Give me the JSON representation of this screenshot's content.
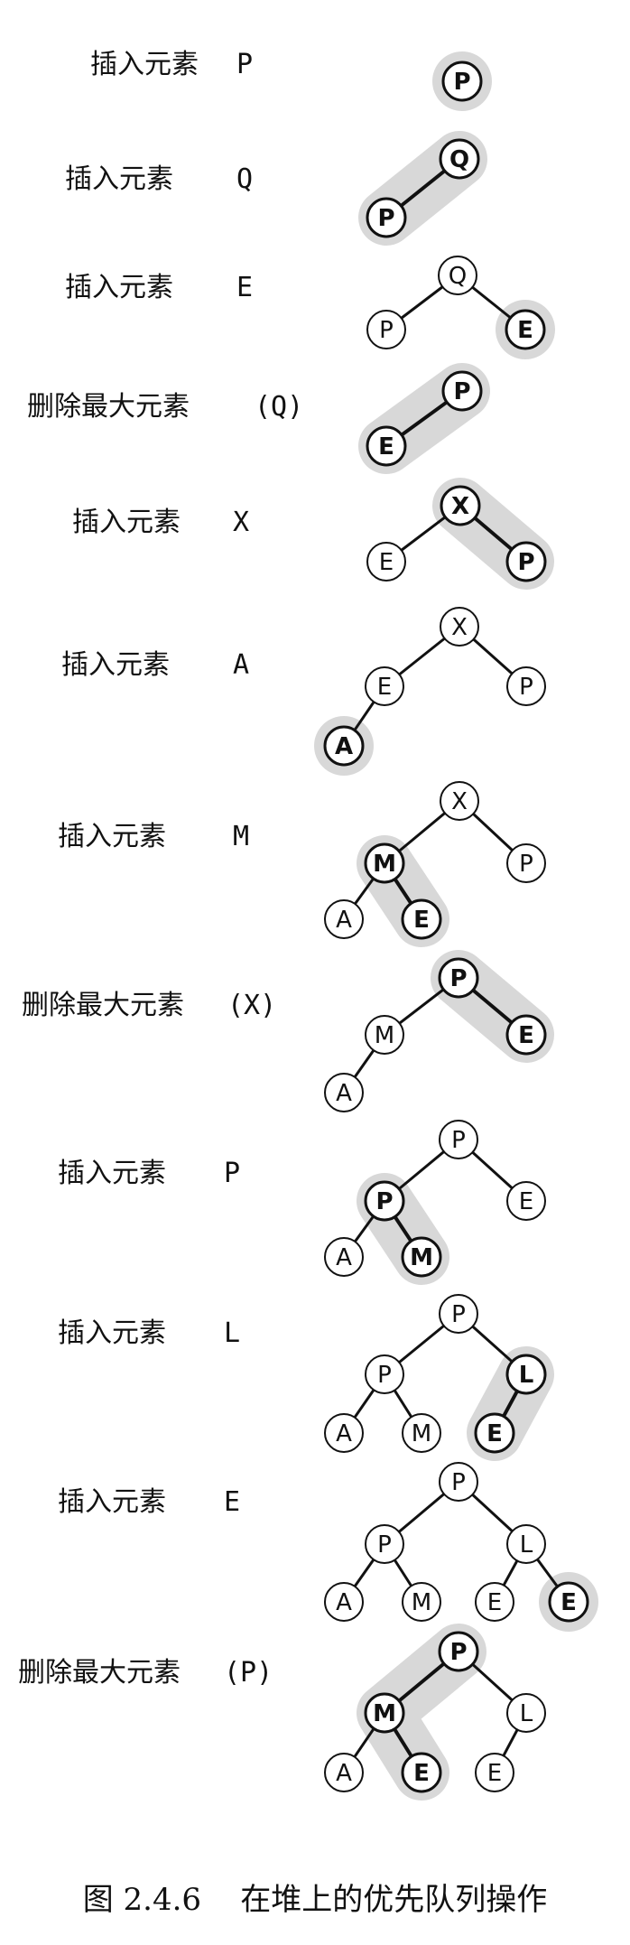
{
  "steps": [
    {
      "operation": "插入元素",
      "argument": "P",
      "nodes": [
        "P"
      ],
      "highlight": [
        "P"
      ]
    },
    {
      "operation": "插入元素",
      "argument": "Q",
      "nodes": [
        "Q",
        "P"
      ],
      "highlight": [
        "Q",
        "P"
      ]
    },
    {
      "operation": "插入元素",
      "argument": "E",
      "nodes": [
        "Q",
        "P",
        "E"
      ],
      "highlight": [
        "E"
      ]
    },
    {
      "operation": "删除最大元素",
      "argument": "(Q)",
      "nodes": [
        "P",
        "E"
      ],
      "highlight": [
        "P",
        "E"
      ]
    },
    {
      "operation": "插入元素",
      "argument": "X",
      "nodes": [
        "X",
        "E",
        "P"
      ],
      "highlight": [
        "X",
        "P"
      ]
    },
    {
      "operation": "插入元素",
      "argument": "A",
      "nodes": [
        "X",
        "E",
        "P",
        "A"
      ],
      "highlight": [
        "A"
      ]
    },
    {
      "operation": "插入元素",
      "argument": "M",
      "nodes": [
        "X",
        "M",
        "P",
        "A",
        "E"
      ],
      "highlight": [
        "M",
        "E"
      ]
    },
    {
      "operation": "删除最大元素",
      "argument": "(X)",
      "nodes": [
        "P",
        "M",
        "E",
        "A"
      ],
      "highlight": [
        "P",
        "E"
      ]
    },
    {
      "operation": "插入元素",
      "argument": "P",
      "nodes": [
        "P",
        "P",
        "E",
        "A",
        "M"
      ],
      "highlight": [
        "P",
        "M"
      ]
    },
    {
      "operation": "插入元素",
      "argument": "L",
      "nodes": [
        "P",
        "P",
        "L",
        "A",
        "M",
        "E"
      ],
      "highlight": [
        "L",
        "E"
      ]
    },
    {
      "operation": "插入元素",
      "argument": "E",
      "nodes": [
        "P",
        "P",
        "L",
        "A",
        "M",
        "E",
        "E"
      ],
      "highlight": [
        "E"
      ]
    },
    {
      "operation": "删除最大元素",
      "argument": "(P)",
      "nodes": [
        "P",
        "M",
        "L",
        "A",
        "E",
        "E"
      ],
      "highlight": [
        "P",
        "M",
        "E"
      ]
    }
  ],
  "caption": {
    "figure_number": "图 2.4.6",
    "title": "在堆上的优先队列操作"
  }
}
